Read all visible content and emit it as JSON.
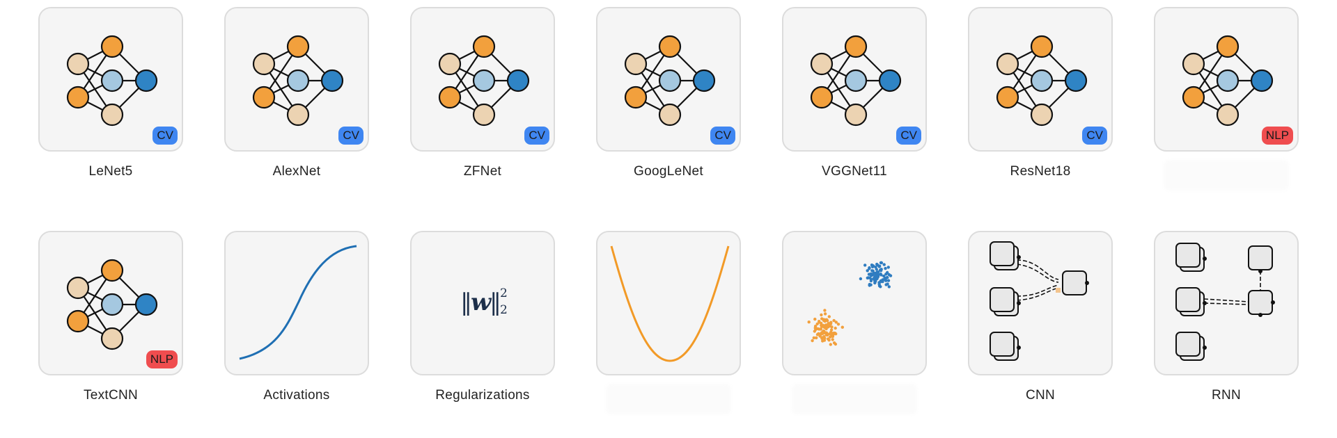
{
  "row1": [
    {
      "label": "LeNet5",
      "badge": "CV",
      "icon": "neural-network-icon"
    },
    {
      "label": "AlexNet",
      "badge": "CV",
      "icon": "neural-network-icon"
    },
    {
      "label": "ZFNet",
      "badge": "CV",
      "icon": "neural-network-icon"
    },
    {
      "label": "GoogLeNet",
      "badge": "CV",
      "icon": "neural-network-icon"
    },
    {
      "label": "VGGNet11",
      "badge": "CV",
      "icon": "neural-network-icon"
    },
    {
      "label": "ResNet18",
      "badge": "CV",
      "icon": "neural-network-icon"
    },
    {
      "label": "",
      "badge": "NLP",
      "icon": "neural-network-icon"
    }
  ],
  "row2": [
    {
      "label": "TextCNN",
      "badge": "NLP",
      "icon": "neural-network-icon"
    },
    {
      "label": "Activations",
      "icon": "sigmoid-curve-icon"
    },
    {
      "label": "Regularizations",
      "icon": "norm-formula-icon"
    },
    {
      "label": "",
      "icon": "parabola-icon"
    },
    {
      "label": "",
      "icon": "scatter-clusters-icon"
    },
    {
      "label": "CNN",
      "icon": "cnn-block-diagram-icon"
    },
    {
      "label": "RNN",
      "icon": "rnn-block-diagram-icon"
    }
  ],
  "colors": {
    "orange": "#f2a03d",
    "beige": "#ecd3b2",
    "light_blue": "#a5c8e0",
    "blue": "#2f84c5",
    "cv_badge": "#3f86f1",
    "nlp_badge": "#ef4d4f"
  }
}
